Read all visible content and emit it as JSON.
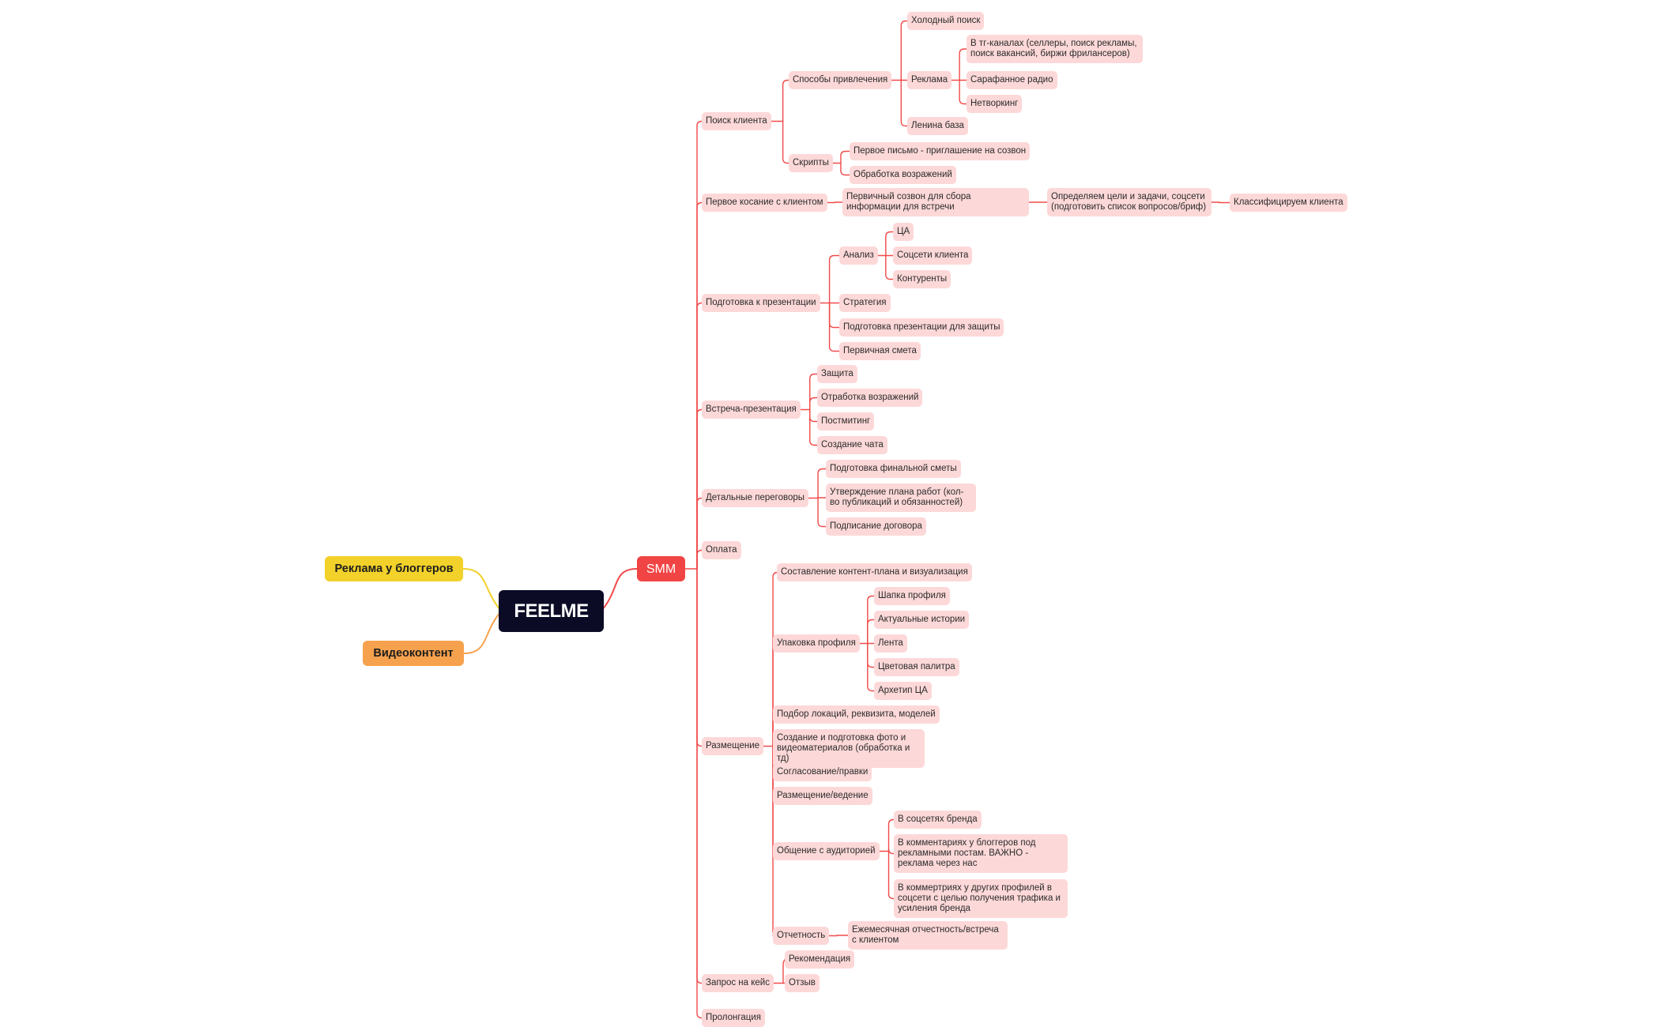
{
  "center": "FEELME",
  "left_branches": {
    "ads": "Реклама у блоггеров",
    "video": "Видеоконтент"
  },
  "smm": {
    "label": "SMM",
    "search": {
      "label": "Поиск клиента",
      "methods": {
        "label": "Способы привлечения",
        "cold": "Холодный поиск",
        "ads": {
          "label": "Реклама",
          "tg": "В тг-каналах (селлеры, поиск рекламы, поиск вакансий, биржи фрилансеров)",
          "word": "Сарафанное радио",
          "networking": "Нетворкинг"
        },
        "lena": "Ленина база"
      },
      "scripts": {
        "label": "Скрипты",
        "first_letter": "Первое письмо - приглашение на созвон",
        "objections": "Обработка возражений"
      }
    },
    "first_touch": {
      "label": "Первое косание с клиентом",
      "call": "Первичный созвон для сбора информации для встречи",
      "goals": "Определяем цели и задачи, соцсети (подготовить список вопросов/бриф)",
      "classify": "Классифицируем клиента"
    },
    "prep": {
      "label": "Подготовка к презентации",
      "analysis": {
        "label": "Анализ",
        "ta": "ЦА",
        "socials": "Соцсети клиента",
        "competitors": "Контуренты"
      },
      "strategy": "Стратегия",
      "presentation": "Подготовка презентации для защиты",
      "estimate": "Первичная смета"
    },
    "meeting": {
      "label": "Встреча-презентация",
      "defense": "Защита",
      "objections": "Отработка возражений",
      "postmeeting": "Постмитинг",
      "chat": "Создание чата"
    },
    "negotiation": {
      "label": "Детальные переговоры",
      "final_estimate": "Подготовка финальной сметы",
      "plan": "Утверждение плана работ (кол-во публикаций и обязанностей)",
      "contract": "Подписание договора"
    },
    "payment": "Оплата",
    "placement": {
      "label": "Размещение",
      "content_plan": "Составление контент-плана и визуализация",
      "packaging": {
        "label": "Упаковка профиля",
        "header": "Шапка профиля",
        "stories": "Актуальные истории",
        "feed": "Лента",
        "palette": "Цветовая палитра",
        "archetype": "Архетип ЦА"
      },
      "locations": "Подбор локаций, реквизита, моделей",
      "photo": "Создание и подготовка фото и видеоматериалов (обработка и тд)",
      "approval": "Согласование/правки",
      "posting": "Размещение/ведение",
      "audience": {
        "label": "Общение с аудиторией",
        "brand": "В соцсетях бренда",
        "bloggers": "В комментариях у блоггеров под рекламными постам. ВАЖНО - реклама через нас",
        "others": "В коммертриях у других профилей в соцсети с целью получения трафика и усиления бренда"
      },
      "reporting": {
        "label": "Отчетность",
        "monthly": "Ежемесячная отчестность/встреча с клиентом"
      }
    },
    "case": {
      "label": "Запрос на кейс",
      "recommendation": "Рекомендация",
      "review": "Отзыв"
    },
    "prolongation": "Пролонгация"
  }
}
